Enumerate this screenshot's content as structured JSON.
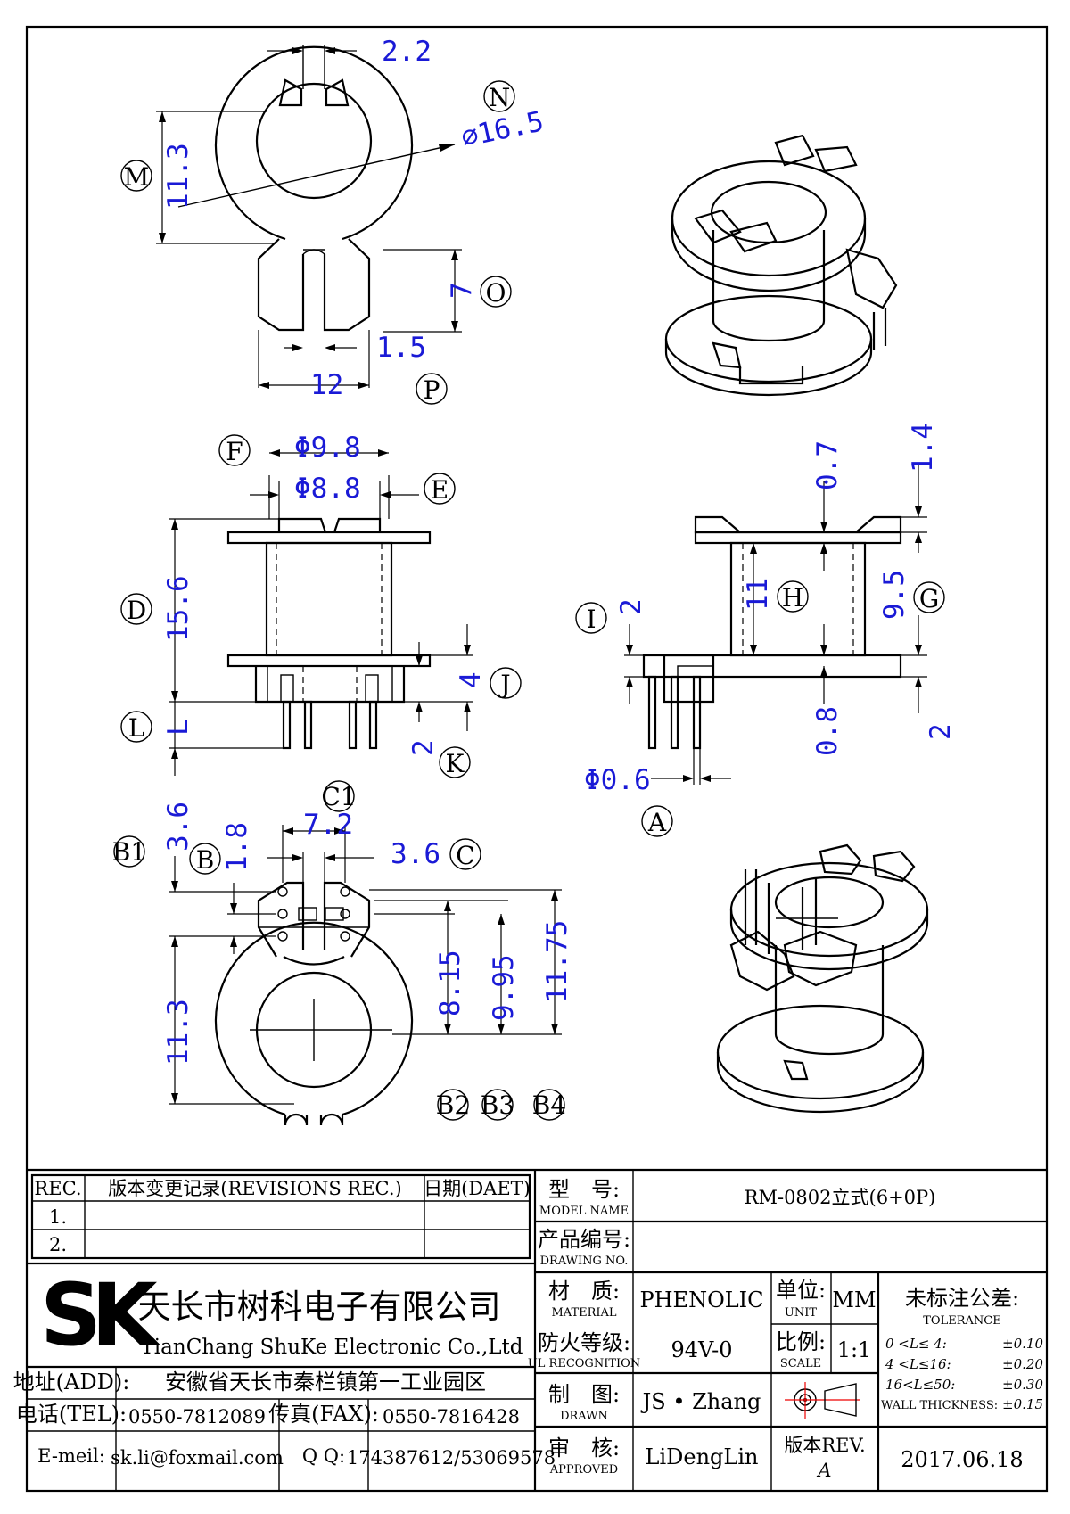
{
  "dims": {
    "top": {
      "d2_2": "2.2",
      "d16_5": "⌀16.5",
      "d11_3": "11.3",
      "d7": "7",
      "d1_5": "1.5",
      "d12": "12"
    },
    "side": {
      "d9_8": "Φ9.8",
      "d8_8": "Φ8.8",
      "d15_6": "15.6",
      "dL": "L",
      "d4": "4",
      "d2": "2"
    },
    "right": {
      "d0_7": "0.7",
      "d1_4": "1.4",
      "d11": "11",
      "d9_5": "9.5",
      "d2a": "2",
      "d0_8": "0.8",
      "d2b": "2",
      "d0_6": "Φ0.6"
    },
    "bottom": {
      "d7_2": "7.2",
      "d3_6": "3.6",
      "d3_6b": "3.6",
      "d1_8": "1.8",
      "d8_15": "8.15",
      "d9_95": "9.95",
      "d11_75": "11.75",
      "d11_3": "11.3"
    }
  },
  "labels": {
    "N": "N",
    "M": "M",
    "O": "O",
    "P": "P",
    "F": "F",
    "E": "E",
    "D": "D",
    "L": "L",
    "J": "J",
    "K": "K",
    "I": "I",
    "H": "H",
    "G": "G",
    "A": "A",
    "C1": "C1",
    "B1": "B1",
    "B": "B",
    "C": "C",
    "B2": "B2",
    "B3": "B3",
    "B4": "B4"
  },
  "title_block": {
    "rev_header": "REC.",
    "rev_title": "版本变更记录(REVISIONS REC.)",
    "date_header": "日期(DAET)",
    "rev_rows": [
      "1.",
      "2."
    ],
    "company_cn": "天长市树科电子有限公司",
    "company_en": "TianChang ShuKe Electronic Co.,Ltd",
    "logo": "SK",
    "address_label": "地址(ADD):",
    "address": "安徽省天长市秦栏镇第一工业园区",
    "tel_label": "电话(TEL):",
    "tel": "0550-7812089",
    "fax_label": "传真(FAX):",
    "fax": "0550-7816428",
    "email_label": "E-meil:",
    "email": "sk.li@foxmail.com",
    "qq_label": "Q Q:",
    "qq": "174387612/53069578",
    "model_cn": "型　号:",
    "model_en": "MODEL NAME",
    "model": "RM-0802立式(6+0P)",
    "drawing_cn": "产品编号:",
    "drawing_en": "DRAWING NO.",
    "material_cn": "材　质:",
    "material_en": "MATERIAL",
    "material": "PHENOLIC",
    "unit_cn": "单位:",
    "unit_en": "UNIT",
    "unit": "MM",
    "ul_cn": "防火等级:",
    "ul_en": "UL RECOGNITION",
    "ul": "94V-0",
    "scale_cn": "比例:",
    "scale_en": "SCALE",
    "scale": "1:1",
    "drawn_cn": "制　图:",
    "drawn_en": "DRAWN",
    "drawn": "JS • Zhang",
    "approved_cn": "审　核:",
    "approved_en": "APPROVED",
    "approved": "LiDengLin",
    "rev_cn": "版本REV.",
    "rev": "A",
    "date": "2017.06.18",
    "tol_cn": "未标注公差:",
    "tol_en": "TOLERANCE",
    "tol_rows": [
      {
        "range": "0 <L≤ 4:",
        "val": "±0.10"
      },
      {
        "range": "4 <L≤16:",
        "val": "±0.20"
      },
      {
        "range": "16<L≤50:",
        "val": "±0.30"
      }
    ],
    "wall_label": "WALL THICKNESS:",
    "wall_val": "±0.15"
  }
}
